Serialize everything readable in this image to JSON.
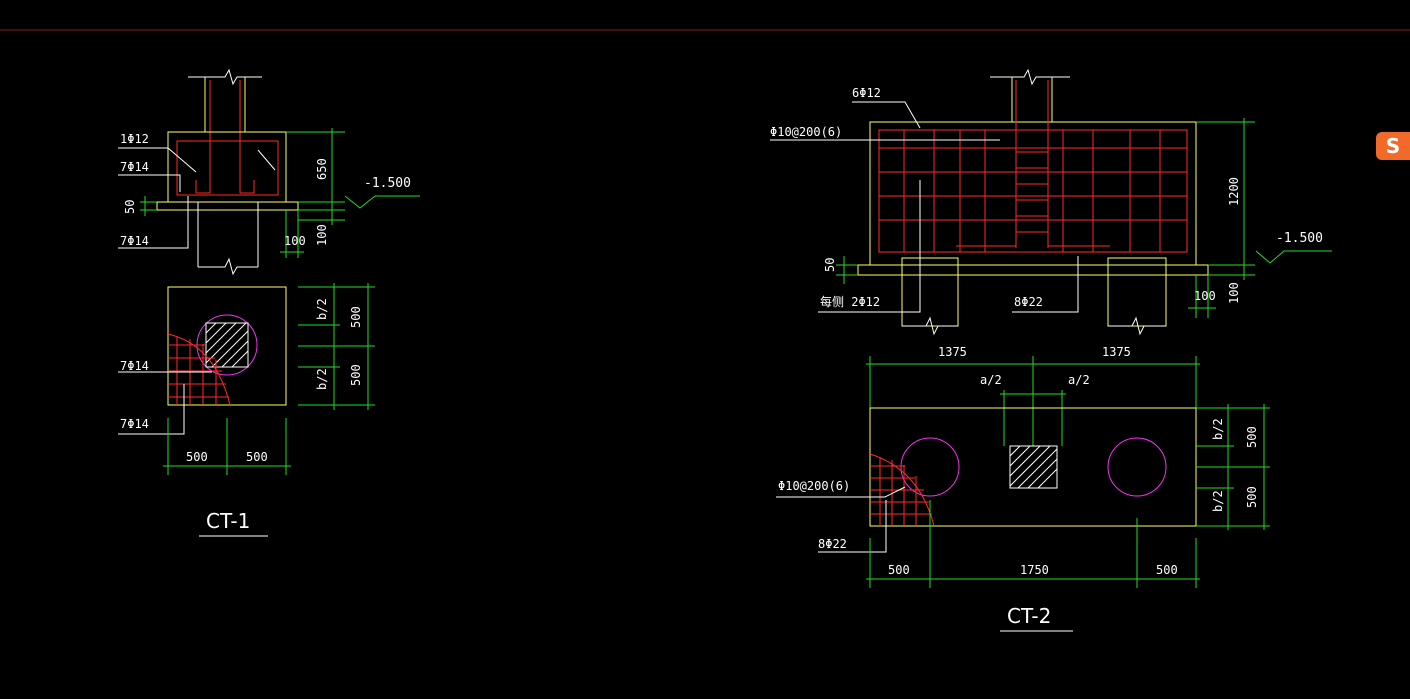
{
  "ct1": {
    "title": "CT-1",
    "labels": {
      "top_bar": "1Φ12",
      "side_bar": "7Φ14",
      "bottom_bar": "7Φ14",
      "plan_bar_1": "7Φ14",
      "plan_bar_2": "7Φ14",
      "elev": "-1.500",
      "h650": "650",
      "h50": "50",
      "h100": "100",
      "w100": "100",
      "b2a": "b/2",
      "b2b": "b/2",
      "d500a": "500",
      "d500b": "500",
      "w500a": "500",
      "w500b": "500"
    }
  },
  "ct2": {
    "title": "CT-2",
    "labels": {
      "top_bar": "6Φ12",
      "stirrup": "Φ10@200(6)",
      "side_bar": "每侧 2Φ12",
      "bottom_bar": "8Φ22",
      "elev": "-1.500",
      "h1200": "1200",
      "h50": "50",
      "h100": "100",
      "w100": "100",
      "w1375a": "1375",
      "w1375b": "1375",
      "a2a": "a/2",
      "a2b": "a/2",
      "b2a": "b/2",
      "b2b": "b/2",
      "d500a": "500",
      "d500b": "500",
      "plan_stirrup": "Φ10@200(6)",
      "plan_bar": "8Φ22",
      "w500a": "500",
      "w1750": "1750",
      "w500b": "500"
    }
  },
  "logo": {
    "letter": "S"
  },
  "colors": {
    "concrete": "#ffff66",
    "rebar": "#ff2a2a",
    "dimension": "#22dd22",
    "pile": "#ee33ee",
    "frame_line": "#8b1a1a"
  }
}
